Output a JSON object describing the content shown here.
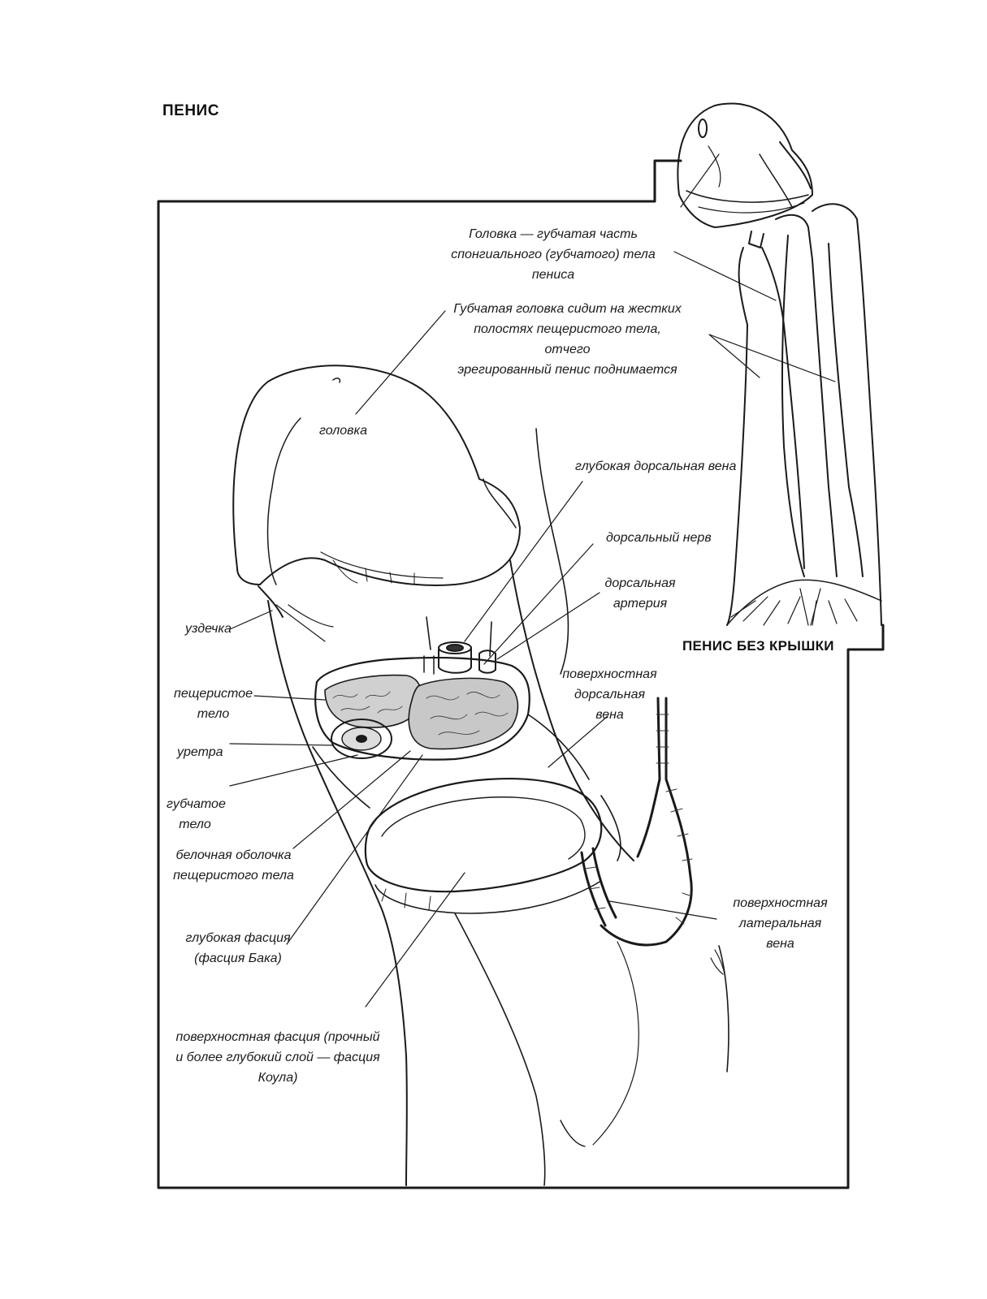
{
  "title": "ПЕНИС",
  "inset_title": "ПЕНИС БЕЗ КРЫШКИ",
  "labels": {
    "glans_spongy": [
      "Головка — губчатая часть",
      "спонгиального (губчатого) тела пениса"
    ],
    "spongy_glans_sits": [
      "Губчатая головка сидит на жестких",
      "полостях пещеристого тела, отчего",
      "эрегированный пенис поднимается"
    ],
    "glans": "головка",
    "deep_dorsal_vein": "глубокая дорсальная вена",
    "dorsal_nerve": "дорсальный нерв",
    "dorsal_artery": [
      "дорсальная",
      "артерия"
    ],
    "frenulum": "уздечка",
    "corpus_cavernosum": [
      "пещеристое",
      "тело"
    ],
    "superficial_dorsal_vein": [
      "поверхностная",
      "дорсальная",
      "вена"
    ],
    "urethra": "уретра",
    "corpus_spongiosum": [
      "губчатое",
      "тело"
    ],
    "tunica_albuginea": [
      "белочная оболочка",
      "пещеристого тела"
    ],
    "deep_fascia": [
      "глубокая фасция",
      "(фасция Бака)"
    ],
    "superficial_lateral_vein": [
      "поверхностная",
      "латеральная",
      "вена"
    ],
    "superficial_fascia": [
      "поверхностная фасция (прочный",
      "и более глубокий слой — фасция",
      "Коула)"
    ]
  },
  "colors": {
    "ink": "#1a1a1a",
    "paper": "#ffffff"
  }
}
